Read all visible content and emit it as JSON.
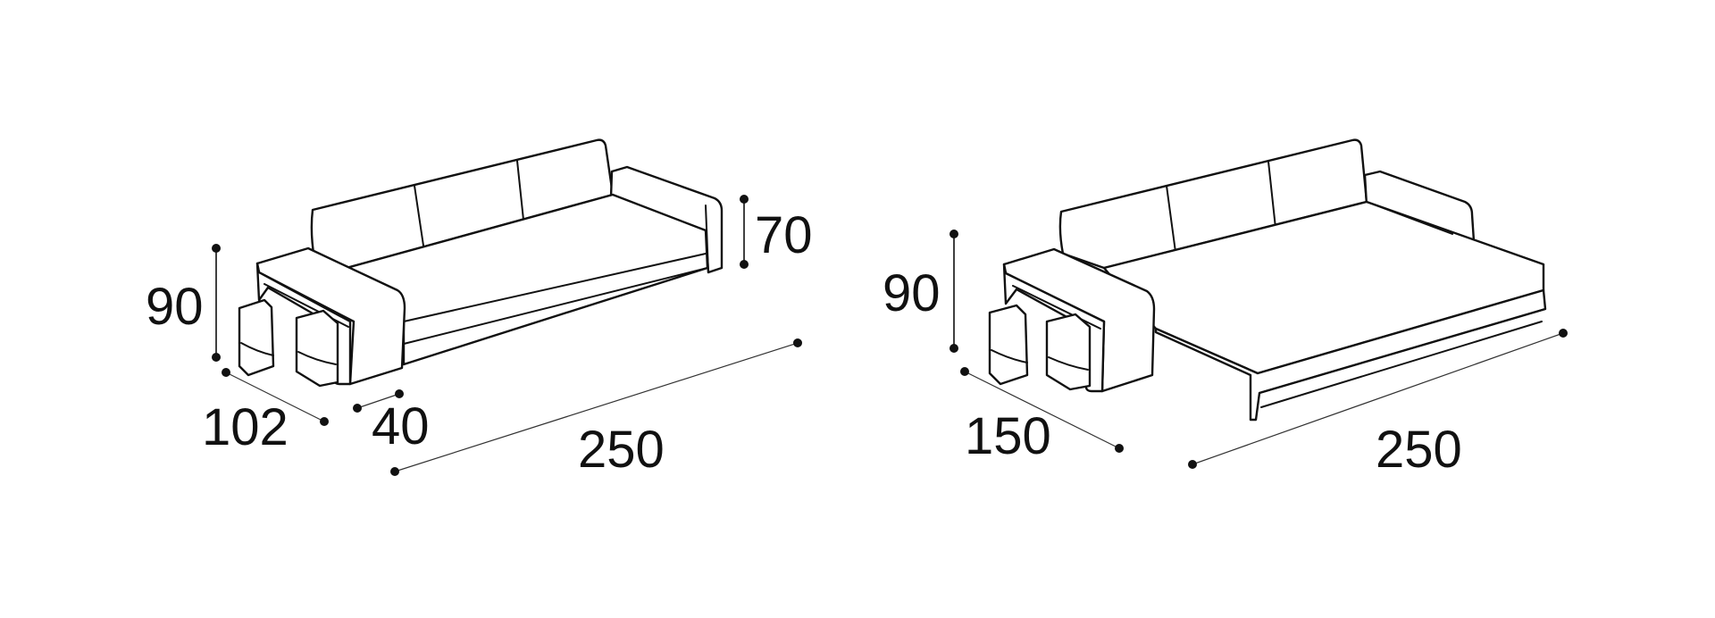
{
  "diagrams": [
    {
      "view": "sofa",
      "dimensions": {
        "height": "90",
        "depth": "102",
        "seat_height": "70",
        "armrest": "40",
        "width": "250"
      }
    },
    {
      "view": "sofa-bed-extended",
      "dimensions": {
        "height": "90",
        "depth": "150",
        "width": "250"
      }
    }
  ],
  "colors": {
    "stroke": "#111111",
    "background": "#ffffff"
  }
}
